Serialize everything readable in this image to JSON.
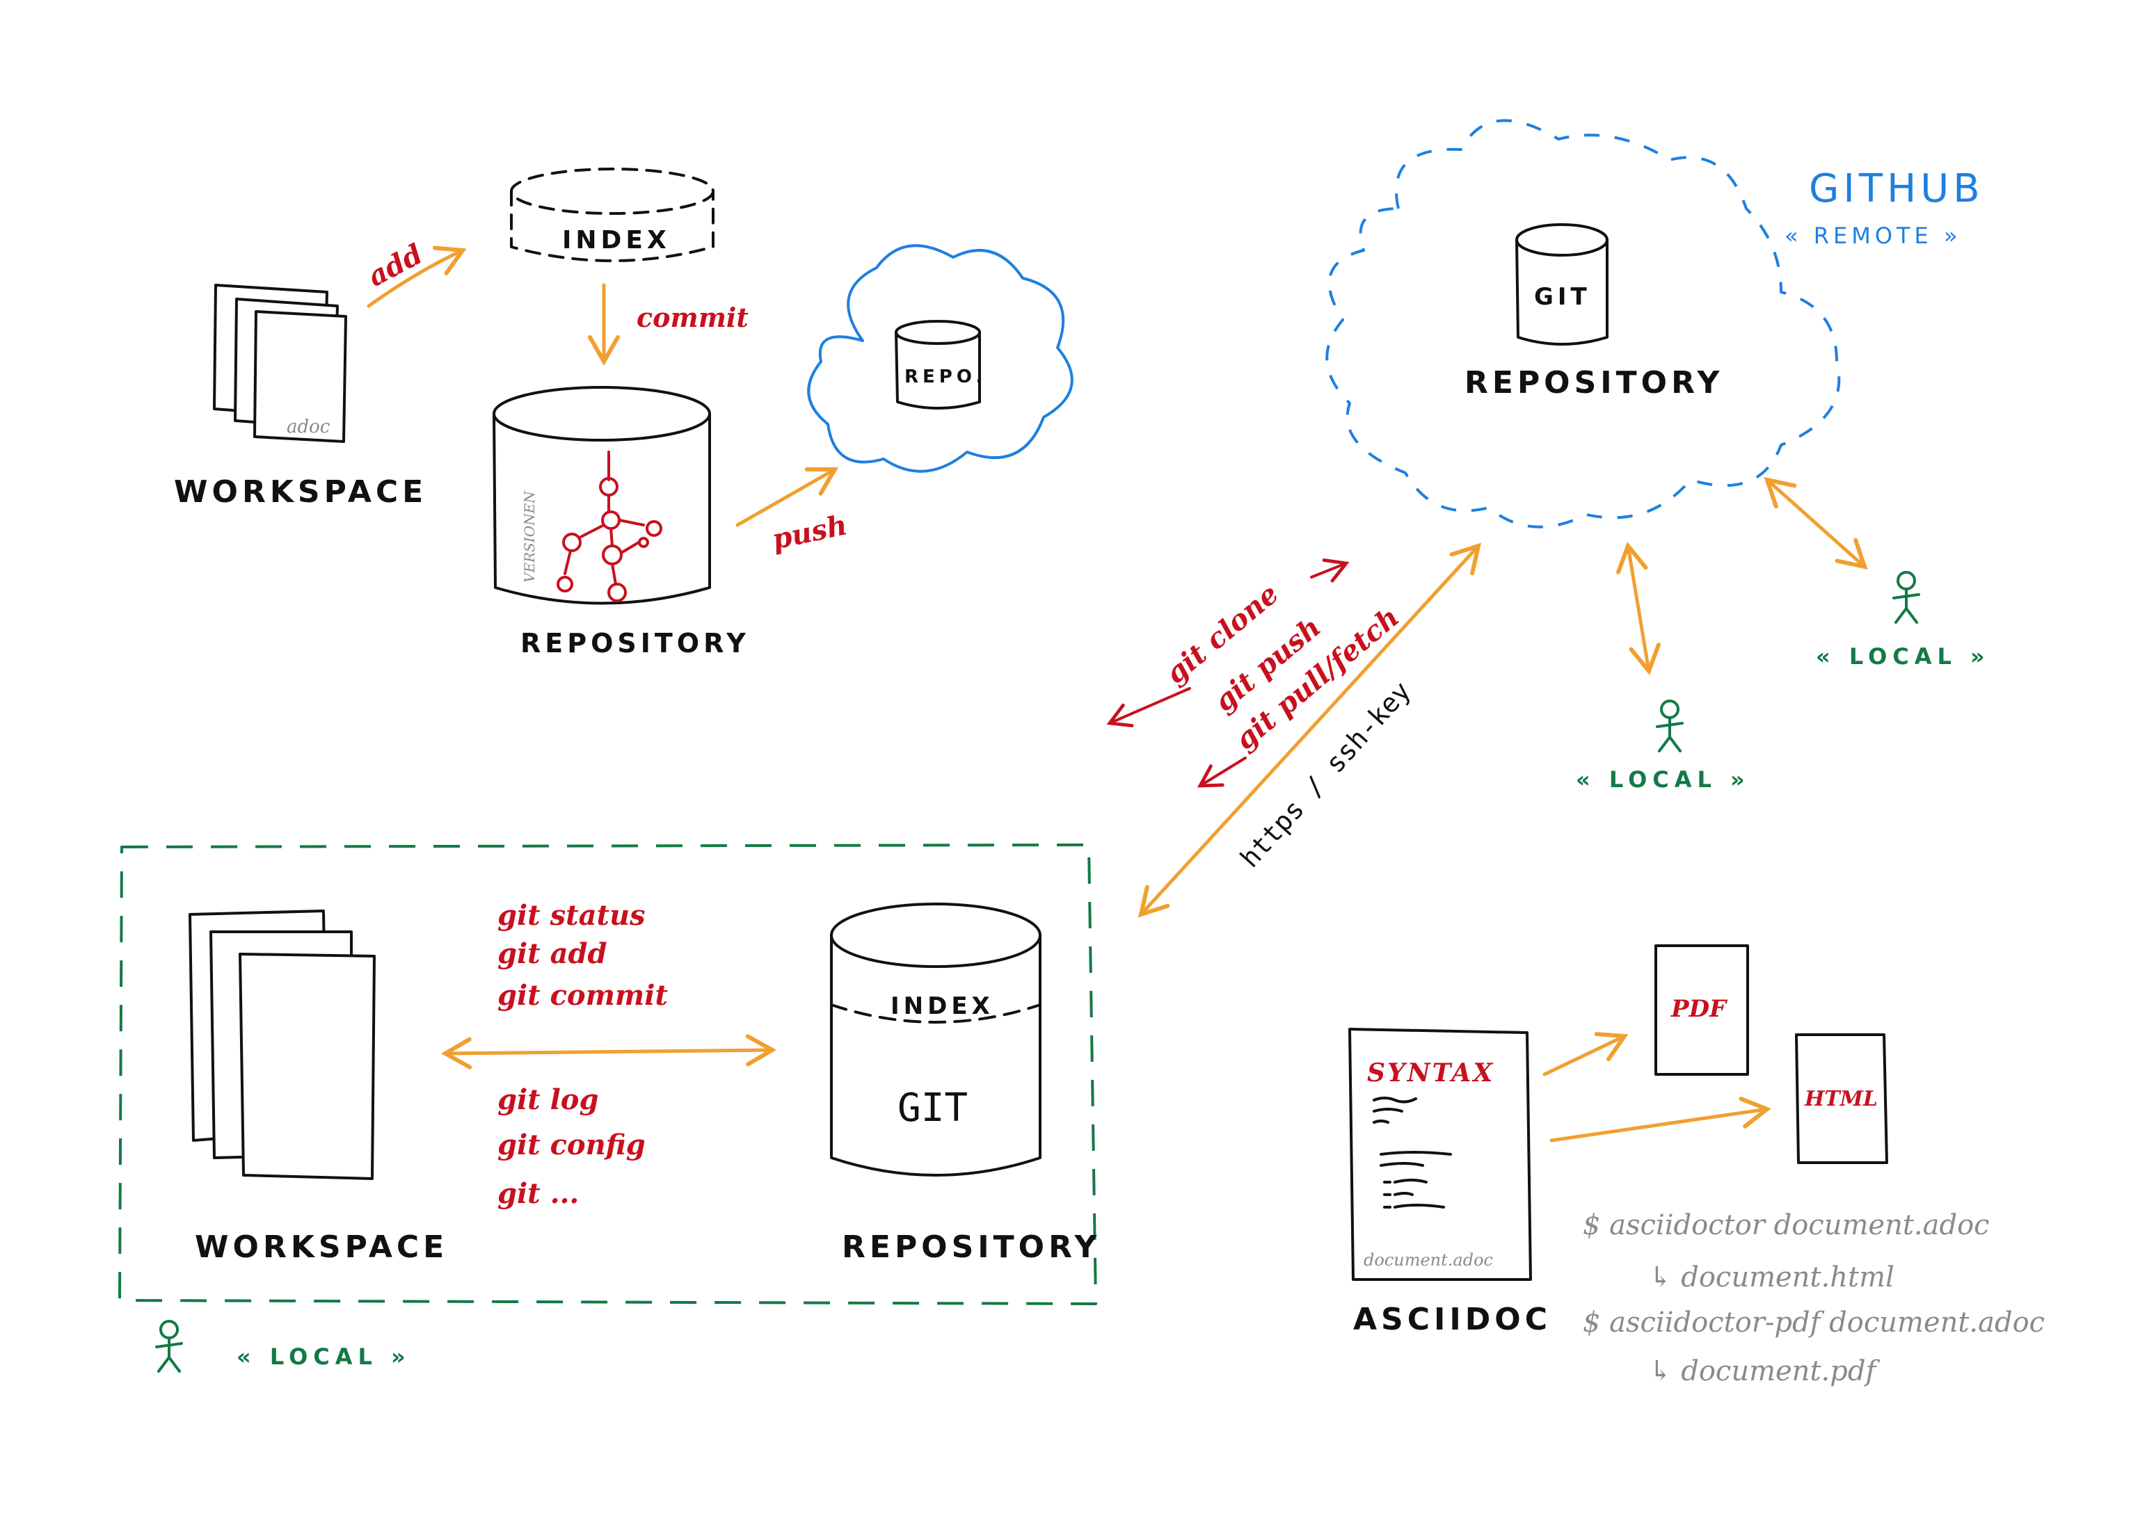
{
  "top_left": {
    "workspace_label": "WORKSPACE",
    "file_label": "adoc",
    "index_label": "INDEX",
    "add_label": "add",
    "commit_label": "commit",
    "repository_label": "REPOSITORY",
    "versionen_label": "VERSIONEN",
    "push_label": "push",
    "cloud_repo_label": "REPO."
  },
  "github": {
    "title": "GITHUB",
    "subtitle": "« REMOTE »",
    "git_label": "GIT",
    "repository_label": "REPOSITORY",
    "local_a": "« LOCAL »",
    "local_b": "« LOCAL »"
  },
  "middle": {
    "cmd_clone": "git clone",
    "cmd_push": "git push",
    "cmd_pull": "git pull/fetch",
    "transport": "https / ssh-key"
  },
  "local_box": {
    "workspace_label": "WORKSPACE",
    "repository_label": "REPOSITORY",
    "index_label": "INDEX",
    "git_label": "GIT",
    "commands_top": [
      "git status",
      "git add",
      "git commit"
    ],
    "commands_bottom": [
      "git log",
      "git config",
      "git ..."
    ],
    "local_label": "« LOCAL »"
  },
  "asciidoc": {
    "syntax_label": "SYNTAX",
    "file_label": "document.adoc",
    "title": "ASCIIDOC",
    "pdf_label": "PDF",
    "html_label": "HTML",
    "cli": [
      "$ asciidoctor  document.adoc",
      "↳ document.html",
      "$ asciidoctor-pdf  document.adoc",
      "↳ document.pdf"
    ]
  }
}
